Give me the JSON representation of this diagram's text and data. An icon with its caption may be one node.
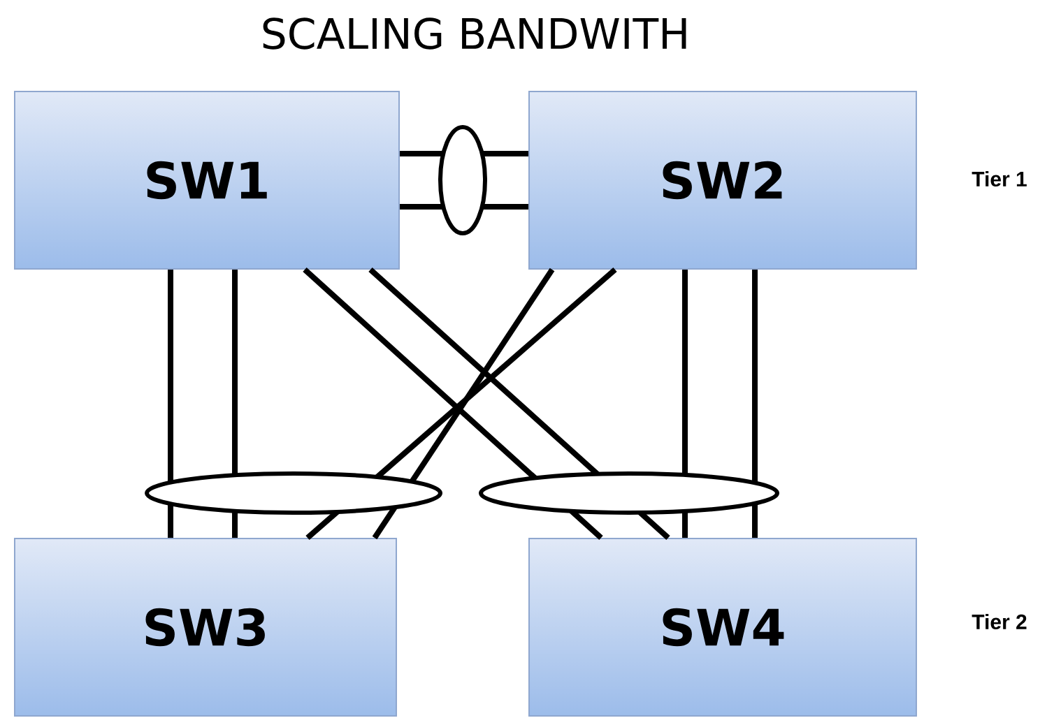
{
  "diagram": {
    "title": "SCALING BANDWITH",
    "nodes": [
      {
        "text": [
          "SW1"
        ]
      },
      {
        "text": [
          "SW2"
        ]
      },
      {
        "text": [
          "SW3"
        ]
      },
      {
        "text": [
          "SW4"
        ]
      }
    ],
    "edges": [
      {
        "from": 0,
        "to": 1,
        "arrow": "none"
      },
      {
        "from": 0,
        "to": 1,
        "arrow": "none"
      },
      {
        "from": 0,
        "to": 2,
        "arrow": "none"
      },
      {
        "from": 0,
        "to": 2,
        "arrow": "none"
      },
      {
        "from": 0,
        "to": 3,
        "arrow": "none"
      },
      {
        "from": 0,
        "to": 3,
        "arrow": "none"
      },
      {
        "from": 1,
        "to": 2,
        "arrow": "none"
      },
      {
        "from": 1,
        "to": 2,
        "arrow": "none"
      },
      {
        "from": 1,
        "to": 3,
        "arrow": "none"
      },
      {
        "from": 1,
        "to": 3,
        "arrow": "none"
      }
    ],
    "labels": [
      "Tier 1",
      "Tier 2"
    ]
  }
}
